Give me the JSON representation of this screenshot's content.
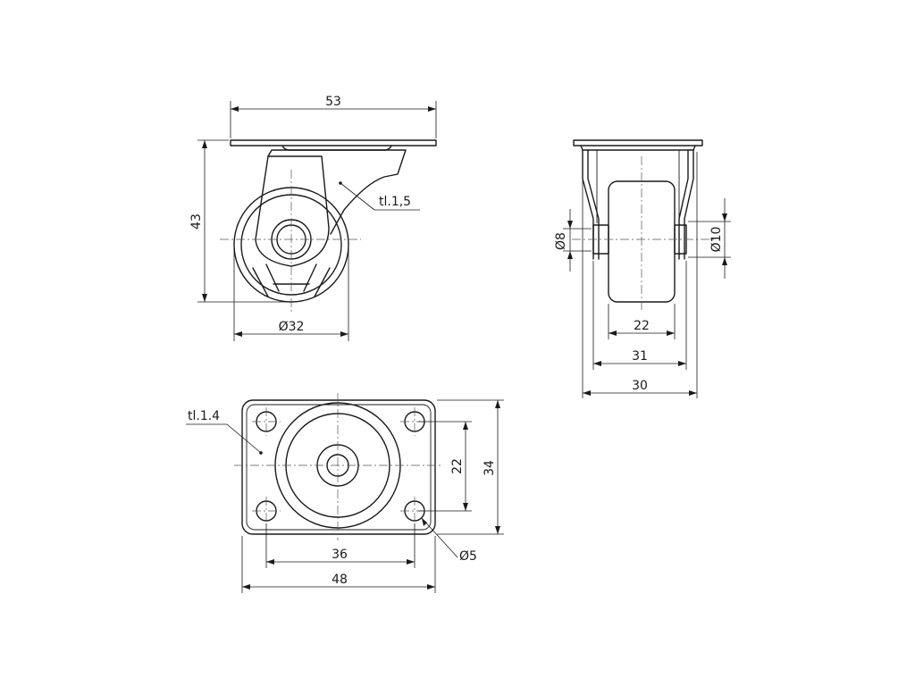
{
  "side_view": {
    "width_dim": "53",
    "height_dim": "43",
    "wheel_dia_dim": "Ø32",
    "thickness_note": "tl.1,5"
  },
  "front_view": {
    "axle_dia_dim": "Ø8",
    "hub_dia_dim": "Ø10",
    "wheel_width_dim": "22",
    "fork_inner_dim": "31",
    "plate_width_dim": "30"
  },
  "top_view": {
    "thickness_note": "tl.1.4",
    "hole_spacing_v_dim": "22",
    "plate_height_dim": "34",
    "hole_spacing_h_dim": "36",
    "plate_width_dim": "48",
    "hole_dia_dim": "Ø5"
  }
}
